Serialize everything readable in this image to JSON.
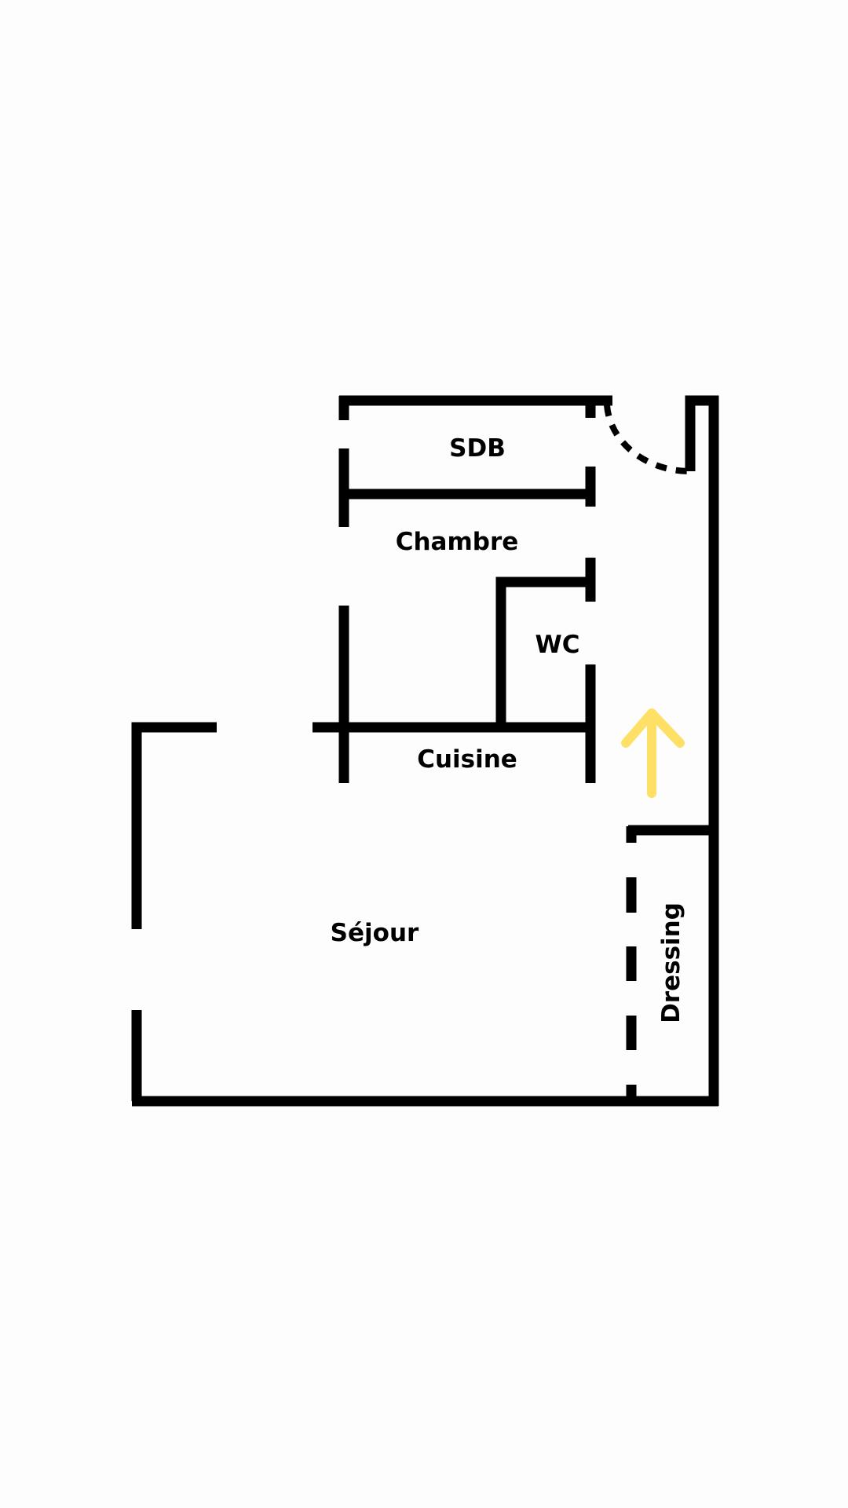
{
  "floorplan": {
    "rooms": {
      "sdb": "SDB",
      "chambre": "Chambre",
      "wc": "WC",
      "cuisine": "Cuisine",
      "sejour": "Séjour",
      "dressing": "Dressing"
    },
    "colors": {
      "walls": "#000000",
      "entrance_arrow": "#FFE066",
      "background": "#FDFDFD"
    },
    "icons": {
      "entrance": "arrow-up-icon",
      "door": "door-swing-arc"
    }
  }
}
